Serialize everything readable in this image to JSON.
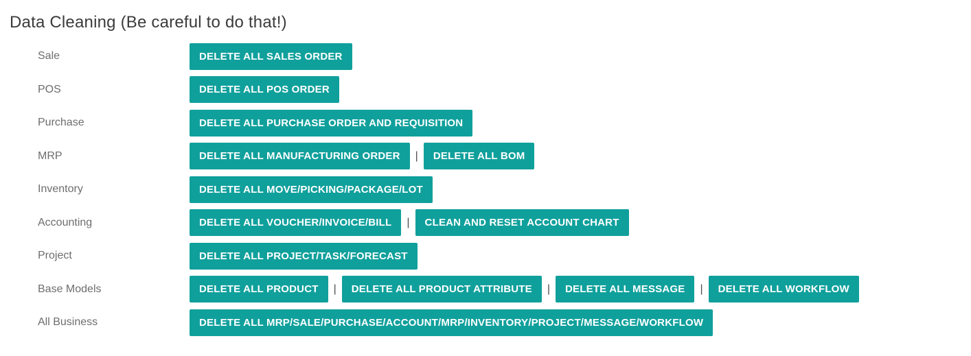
{
  "page": {
    "title": "Data Cleaning (Be careful to do that!)"
  },
  "colors": {
    "accent_teal": "#10a09c",
    "button_text": "#ffffff",
    "label_gray": "#6d6d6d",
    "title_gray": "#3b3b3b",
    "separator_gray": "#4a4a4a"
  },
  "separator_glyph": "|",
  "rows": [
    {
      "label": "Sale",
      "buttons": [
        "DELETE ALL SALES ORDER"
      ]
    },
    {
      "label": "POS",
      "buttons": [
        "DELETE ALL POS ORDER"
      ]
    },
    {
      "label": "Purchase",
      "buttons": [
        "DELETE ALL PURCHASE ORDER AND REQUISITION"
      ]
    },
    {
      "label": "MRP",
      "buttons": [
        "DELETE ALL MANUFACTURING ORDER",
        "DELETE ALL BOM"
      ]
    },
    {
      "label": "Inventory",
      "buttons": [
        "DELETE ALL MOVE/PICKING/PACKAGE/LOT"
      ]
    },
    {
      "label": "Accounting",
      "buttons": [
        "DELETE ALL VOUCHER/INVOICE/BILL",
        "CLEAN AND RESET ACCOUNT CHART"
      ]
    },
    {
      "label": "Project",
      "buttons": [
        "DELETE ALL PROJECT/TASK/FORECAST"
      ]
    },
    {
      "label": "Base Models",
      "buttons": [
        "DELETE ALL PRODUCT",
        "DELETE ALL PRODUCT ATTRIBUTE",
        "DELETE ALL MESSAGE",
        "DELETE ALL WORKFLOW"
      ]
    },
    {
      "label": "All Business",
      "buttons": [
        "DELETE ALL MRP/SALE/PURCHASE/ACCOUNT/MRP/INVENTORY/PROJECT/MESSAGE/WORKFLOW"
      ]
    }
  ]
}
